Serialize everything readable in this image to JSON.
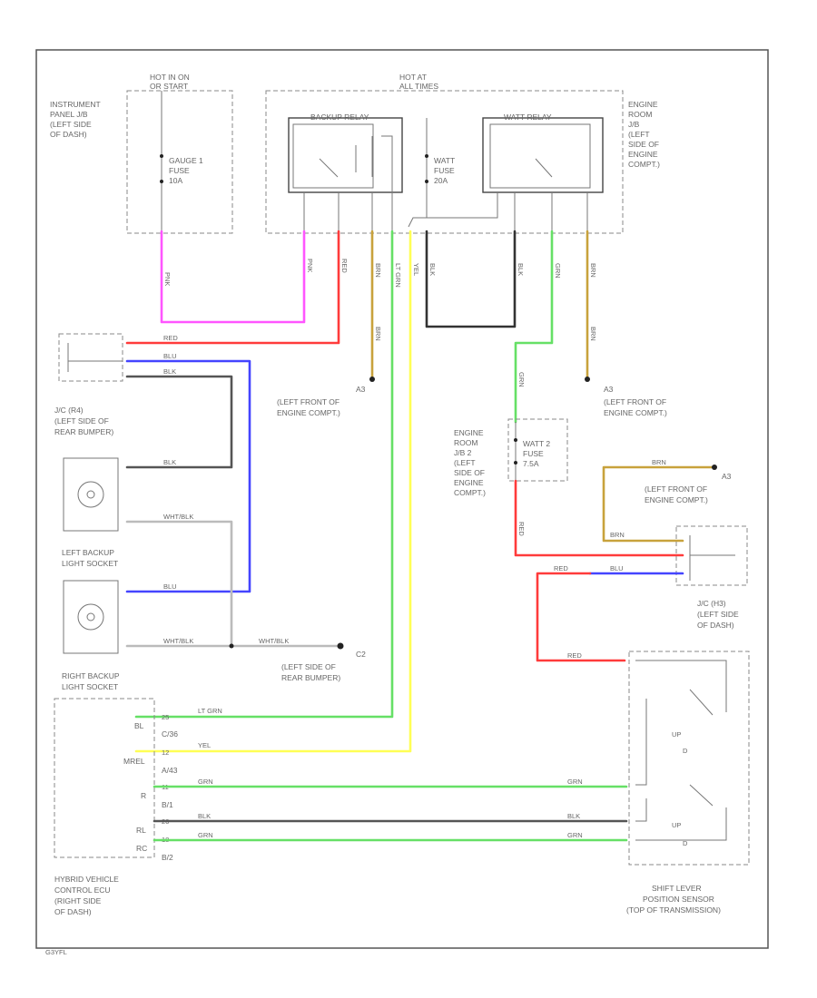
{
  "colors": {
    "pink": "#ff55ff",
    "red": "#ff3b3b",
    "blue": "#4444ff",
    "green": "#66e066",
    "yellow": "#ffff55",
    "tan": "#c8a23c",
    "black": "#333333",
    "gray": "#888888",
    "white_blk": "#bbbbbb"
  },
  "labels": {
    "hot_ign": [
      "HOT IN ON",
      "OR START"
    ],
    "hot_all": [
      "HOT AT",
      "ALL TIMES"
    ],
    "inst_panel": [
      "INSTRUMENT",
      "PANEL J/B",
      "(LEFT SIDE",
      "OF DASH)"
    ],
    "engine_room_jb": [
      "ENGINE",
      "ROOM",
      "J/B",
      "(LEFT",
      "SIDE OF",
      "ENGINE",
      "COMPT.)"
    ],
    "backup_relay": "BACKUP RELAY",
    "watt_relay": "WATT RELAY",
    "gauge_fuse": [
      "GAUGE 1",
      "FUSE",
      "10A"
    ],
    "watt_fuse": [
      "WATT",
      "FUSE",
      "20A"
    ],
    "ground_a3_1": [
      "A3",
      "(LEFT FRONT OF",
      "ENGINE COMPT.)"
    ],
    "ground_a3_2": [
      "A3",
      "(LEFT FRONT OF",
      "ENGINE COMPT.)"
    ],
    "ground_a3_3": [
      "A3",
      "(LEFT FRONT OF",
      "ENGINE COMPT.)"
    ],
    "jc_rear": [
      "J/C (R4)",
      "(LEFT SIDE OF",
      "REAR BUMPER)"
    ],
    "left_backup": [
      "LEFT BACKUP",
      "LIGHT SOCKET"
    ],
    "right_backup": [
      "RIGHT BACKUP",
      "LIGHT SOCKET"
    ],
    "ground_c2": [
      "C2",
      "(LEFT SIDE OF",
      "REAR BUMPER)"
    ],
    "engine_room_jb2": [
      "ENGINE",
      "ROOM",
      "J/B 2",
      "(LEFT",
      "SIDE OF",
      "ENGINE",
      "COMPT.)"
    ],
    "watt2_fuse": [
      "WATT 2",
      "FUSE",
      "7.5A"
    ],
    "jc_dash": [
      "J/C (H3)",
      "(LEFT SIDE",
      "OF DASH)"
    ],
    "hv_ecu": [
      "HYBRID VEHICLE",
      "CONTROL ECU",
      "(RIGHT SIDE",
      "OF DASH)"
    ],
    "shift_sensor": [
      "SHIFT LEVER",
      "POSITION SENSOR",
      "(TOP OF TRANSMISSION)"
    ],
    "ecu_pins": [
      "BL",
      "C/36",
      "MREL",
      "A/43",
      "R",
      "B/1",
      "RL",
      "RC",
      "B/2"
    ],
    "ecu_pin_nums": [
      "25",
      "12",
      "11",
      "26",
      "18"
    ],
    "sensor_parts": [
      "UP",
      "D",
      "UP",
      "D"
    ],
    "figure_id": "G3YFL"
  },
  "wires": {
    "pnk": "PNK",
    "red": "RED",
    "blu": "BLU",
    "blk": "BLK",
    "grn": "GRN",
    "lt_grn": "LT GRN",
    "yel": "YEL",
    "brn": "BRN",
    "wht_blk": "WHT/BLK"
  }
}
